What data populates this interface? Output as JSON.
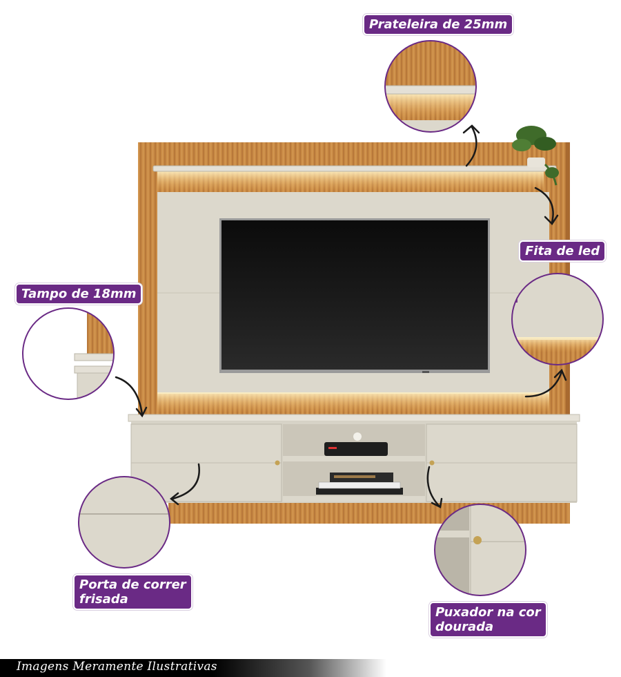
{
  "labels": {
    "prateleira": "Prateleira de 25mm",
    "fita_led": "Fita de led",
    "tampo": "Tampo de 18mm",
    "porta_line1": "Porta de correr",
    "porta_line2": "frisada",
    "puxador_line1": "Puxador na cor",
    "puxador_line2": "dourada"
  },
  "footer": {
    "disclaimer": "Imagens Meramente Ilustrativas"
  },
  "colors": {
    "accent": "#6a2a85",
    "wood": "#c98b45",
    "panel": "#dcd8cc",
    "tv": "#121212",
    "led": "#ffd98a"
  },
  "icons": [
    "curved-arrow-icon",
    "plant-icon",
    "cable-box-icon",
    "books-icon",
    "gold-handle-icon"
  ]
}
